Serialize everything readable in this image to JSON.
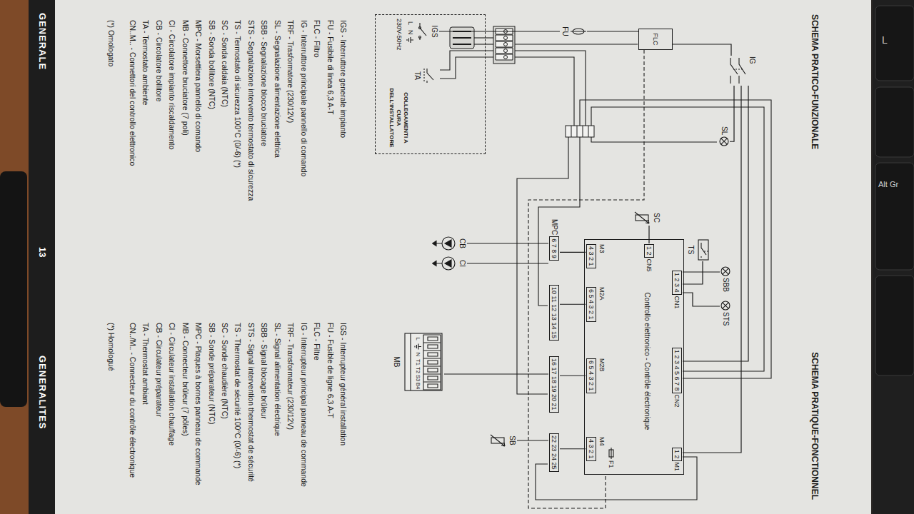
{
  "diagram": {
    "title": "SCHEMA PRATICO-FUNZIONALE",
    "nodes": [
      {
        "text": [
          "FLC"
        ]
      },
      {
        "text": [
          "IG"
        ]
      },
      {
        "text": [
          "FU"
        ]
      },
      {
        "text": [
          "SL"
        ]
      },
      {
        "text": [
          "SBB"
        ]
      },
      {
        "text": [
          "STS"
        ]
      },
      {
        "text": [
          "TS"
        ]
      },
      {
        "text": [
          "SC"
        ]
      },
      {
        "text": [
          "Controllo elettronico - Contrôle électronique"
        ]
      },
      {
        "text": [
          "1 2 3 4",
          "CN1"
        ],
        "in": 8
      },
      {
        "text": [
          "1 2 3 4 5 6 7 8",
          "CN2"
        ],
        "in": 8
      },
      {
        "text": [
          "1 2",
          "M1"
        ],
        "in": 8
      },
      {
        "text": [
          "1 2",
          "CN5"
        ],
        "in": 8
      },
      {
        "text": [
          "M3",
          "4 3 2 1"
        ],
        "in": 8
      },
      {
        "text": [
          "M2A",
          "6 5 4 3 2 1"
        ],
        "in": 8
      },
      {
        "text": [
          "M2B",
          "6 5 4 3 2 1"
        ],
        "in": 8
      },
      {
        "text": [
          "M4",
          "4 3 2 1"
        ],
        "in": 8
      },
      {
        "text": [
          "F1"
        ],
        "in": 8
      },
      {
        "text": [
          "MPC",
          "6 7 8 9"
        ]
      },
      {
        "text": [
          "10 11 12 13 14 15"
        ]
      },
      {
        "text": [
          "16 17 18 19 20 21"
        ]
      },
      {
        "text": [
          "22 23 24 25"
        ]
      },
      {
        "text": [
          "CB"
        ]
      },
      {
        "text": [
          "CI"
        ]
      },
      {
        "text": [
          "MB"
        ]
      },
      {
        "text": [
          "SB"
        ]
      },
      {
        "text": [
          "COLLEGAMENTI A CURA DELL'INSTALLATORE"
        ]
      },
      {
        "text": [
          "IGS"
        ],
        "in": 26
      },
      {
        "text": [
          "TA"
        ],
        "in": 26
      }
    ],
    "edges": [
      {
        "from": 2,
        "to": 0,
        "arrow": "none"
      },
      {
        "from": 0,
        "to": 1,
        "arrow": "none"
      },
      {
        "from": 1,
        "to": 3,
        "arrow": "none"
      },
      {
        "from": 1,
        "to": 10,
        "arrow": "none"
      },
      {
        "from": 11,
        "to": 1,
        "arrow": "none"
      },
      {
        "from": 4,
        "to": 9,
        "arrow": "none"
      },
      {
        "from": 5,
        "to": 9,
        "arrow": "none"
      },
      {
        "from": 6,
        "to": 9,
        "arrow": "none"
      },
      {
        "from": 7,
        "to": 12,
        "arrow": "none"
      },
      {
        "from": 13,
        "to": 18,
        "arrow": "none"
      },
      {
        "from": 14,
        "to": 19,
        "arrow": "none"
      },
      {
        "from": 15,
        "to": 20,
        "arrow": "none"
      },
      {
        "from": 16,
        "to": 21,
        "arrow": "none"
      },
      {
        "from": 18,
        "to": 22,
        "arrow": "none"
      },
      {
        "from": 18,
        "to": 23,
        "arrow": "none"
      },
      {
        "from": 20,
        "to": 24,
        "arrow": "none"
      },
      {
        "from": 21,
        "to": 25,
        "arrow": "none"
      },
      {
        "from": 27,
        "to": 2,
        "arrow": "none"
      }
    ],
    "labels": [
      "SCHEMA PRATIQUE-FONCTIONNEL",
      "IGS - Interruttore generale impianto",
      "FU - Fusibile di linea 6,3 A-T",
      "FLC - Filtro",
      "IG - Interruttore principale pannello di comando",
      "TRF - Trasformatore (230/12V)",
      "SL - Segnalazione alimentazione elettrica",
      "SBB - Segnalazione blocco bruciatore",
      "STS - Segnalazione intervento termostato di sicurezza",
      "TS - Termostato di sicurezza 100°C (0/-6) (*)",
      "SC - Sonda caldaia (NTC)",
      "SB - Sonda bollitore (NTC)",
      "MPC - Morsettiera pannello di comando",
      "MB - Connettore bruciatore (7 poli)",
      "CI - Circolatore impianto riscaldamento",
      "CB - Circolatore bollitore",
      "TA - Termostato ambiente",
      "CN..M.. - Connettori del controllo elettronico",
      "(*) Omologato",
      "IGS - Interrupteur général installation",
      "FU - Fusible de ligne 6,3 A-T",
      "FLC - Filtre",
      "IG - Interrupteur principal panneau de commande",
      "TRF - Transformateur (230/12V)",
      "SL - Signal alimentation électrique",
      "SBB - Signal blocage brûleur",
      "STS - Signal intervention thermostat de sécurité",
      "TS - Thermostat de sécurité 100°C (0/-6) (*)",
      "SC - Sonde chaudière (NTC)",
      "SB - Sonde préparateur (NTC)",
      "MPC - Plaques à bornes panneau de commande",
      "MB - Connecteur brûleur (7 pôles)",
      "CI - Circulateur installation chauffage",
      "CB - Circulateur préparateur",
      "TA - Thermostat ambiant",
      "CN../M.. - Connecteur du contrôle électronique",
      "(*) Homologué",
      "L",
      "N",
      "230V-50Hz",
      "L",
      "N",
      "T1",
      "T2",
      "S3",
      "B4",
      "GENERALE",
      "13",
      "GENERALITES",
      "L",
      "Alt Gr"
    ]
  }
}
